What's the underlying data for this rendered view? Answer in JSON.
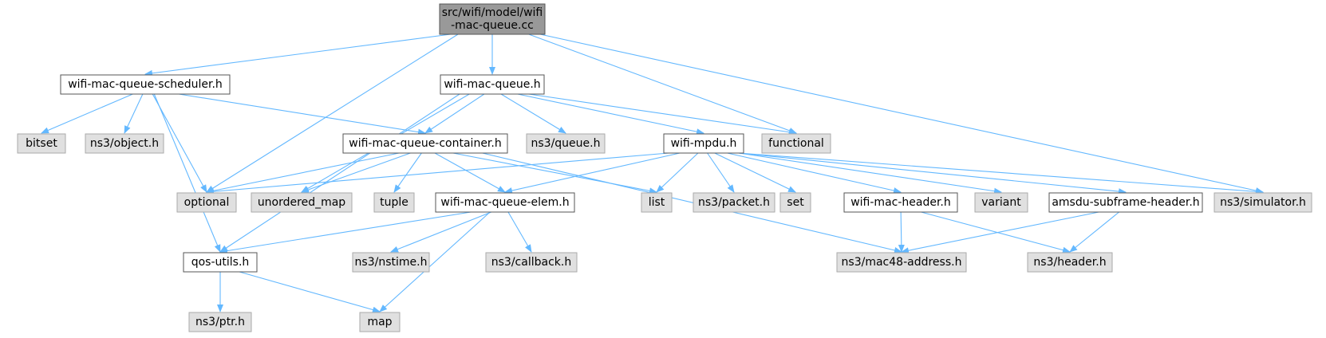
{
  "diagram": {
    "type": "include-dependency-graph",
    "colors": {
      "root_fill": "#999999",
      "header_fill": "#ffffff",
      "system_fill": "#e0e0e0",
      "border_dark": "#555555",
      "border_system": "#aaaaaa",
      "edge": "#63b8ff"
    },
    "nodes": [
      {
        "id": "root",
        "lines": [
          "src/wifi/model/wifi",
          "-mac-queue.cc"
        ],
        "kind": "root"
      },
      {
        "id": "sched",
        "lines": [
          "wifi-mac-queue-scheduler.h"
        ],
        "kind": "header"
      },
      {
        "id": "queue",
        "lines": [
          "wifi-mac-queue.h"
        ],
        "kind": "header"
      },
      {
        "id": "bitset",
        "lines": [
          "bitset"
        ],
        "kind": "system"
      },
      {
        "id": "object",
        "lines": [
          "ns3/object.h"
        ],
        "kind": "system"
      },
      {
        "id": "container",
        "lines": [
          "wifi-mac-queue-container.h"
        ],
        "kind": "header"
      },
      {
        "id": "ns3queue",
        "lines": [
          "ns3/queue.h"
        ],
        "kind": "system"
      },
      {
        "id": "mpdu",
        "lines": [
          "wifi-mpdu.h"
        ],
        "kind": "header"
      },
      {
        "id": "functional",
        "lines": [
          "functional"
        ],
        "kind": "system"
      },
      {
        "id": "optional",
        "lines": [
          "optional"
        ],
        "kind": "system"
      },
      {
        "id": "umap",
        "lines": [
          "unordered_map"
        ],
        "kind": "system"
      },
      {
        "id": "tuple",
        "lines": [
          "tuple"
        ],
        "kind": "system"
      },
      {
        "id": "elem",
        "lines": [
          "wifi-mac-queue-elem.h"
        ],
        "kind": "header"
      },
      {
        "id": "list",
        "lines": [
          "list"
        ],
        "kind": "system"
      },
      {
        "id": "packet",
        "lines": [
          "ns3/packet.h"
        ],
        "kind": "system"
      },
      {
        "id": "set",
        "lines": [
          "set"
        ],
        "kind": "system"
      },
      {
        "id": "machdr",
        "lines": [
          "wifi-mac-header.h"
        ],
        "kind": "header"
      },
      {
        "id": "variant",
        "lines": [
          "variant"
        ],
        "kind": "system"
      },
      {
        "id": "amsdu",
        "lines": [
          "amsdu-subframe-header.h"
        ],
        "kind": "header"
      },
      {
        "id": "simulator",
        "lines": [
          "ns3/simulator.h"
        ],
        "kind": "system"
      },
      {
        "id": "qos",
        "lines": [
          "qos-utils.h"
        ],
        "kind": "header"
      },
      {
        "id": "nstime",
        "lines": [
          "ns3/nstime.h"
        ],
        "kind": "system"
      },
      {
        "id": "callback",
        "lines": [
          "ns3/callback.h"
        ],
        "kind": "system"
      },
      {
        "id": "mac48",
        "lines": [
          "ns3/mac48-address.h"
        ],
        "kind": "system"
      },
      {
        "id": "header",
        "lines": [
          "ns3/header.h"
        ],
        "kind": "system"
      },
      {
        "id": "ptr",
        "lines": [
          "ns3/ptr.h"
        ],
        "kind": "system"
      },
      {
        "id": "map",
        "lines": [
          "map"
        ],
        "kind": "system"
      }
    ],
    "edges": [
      [
        "root",
        "sched"
      ],
      [
        "root",
        "queue"
      ],
      [
        "root",
        "optional"
      ],
      [
        "root",
        "functional"
      ],
      [
        "root",
        "simulator"
      ],
      [
        "sched",
        "bitset"
      ],
      [
        "sched",
        "object"
      ],
      [
        "sched",
        "optional"
      ],
      [
        "sched",
        "container"
      ],
      [
        "sched",
        "qos"
      ],
      [
        "queue",
        "container"
      ],
      [
        "queue",
        "ns3queue"
      ],
      [
        "queue",
        "mpdu"
      ],
      [
        "queue",
        "functional"
      ],
      [
        "queue",
        "umap"
      ],
      [
        "queue",
        "qos"
      ],
      [
        "container",
        "optional"
      ],
      [
        "container",
        "umap"
      ],
      [
        "container",
        "tuple"
      ],
      [
        "container",
        "elem"
      ],
      [
        "container",
        "list"
      ],
      [
        "container",
        "mac48"
      ],
      [
        "mpdu",
        "optional"
      ],
      [
        "mpdu",
        "elem"
      ],
      [
        "mpdu",
        "list"
      ],
      [
        "mpdu",
        "packet"
      ],
      [
        "mpdu",
        "set"
      ],
      [
        "mpdu",
        "machdr"
      ],
      [
        "mpdu",
        "variant"
      ],
      [
        "mpdu",
        "amsdu"
      ],
      [
        "mpdu",
        "simulator"
      ],
      [
        "elem",
        "qos"
      ],
      [
        "elem",
        "nstime"
      ],
      [
        "elem",
        "callback"
      ],
      [
        "elem",
        "map"
      ],
      [
        "machdr",
        "mac48"
      ],
      [
        "machdr",
        "header"
      ],
      [
        "amsdu",
        "mac48"
      ],
      [
        "amsdu",
        "header"
      ],
      [
        "qos",
        "ptr"
      ],
      [
        "qos",
        "map"
      ]
    ]
  }
}
